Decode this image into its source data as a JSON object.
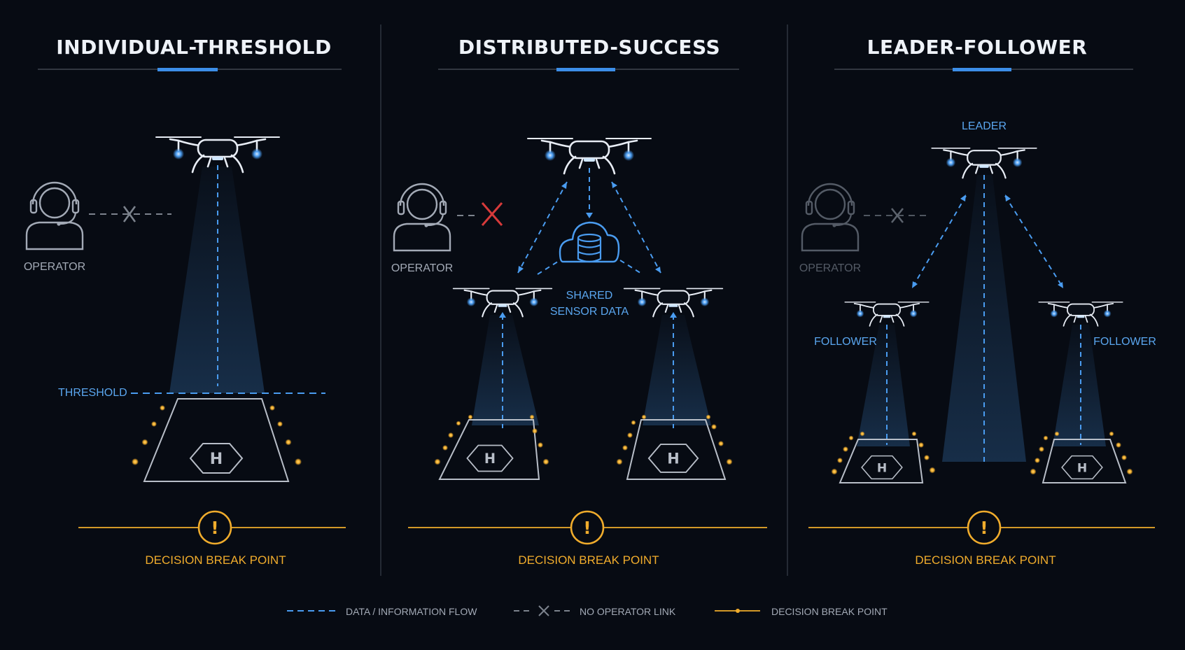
{
  "panels": [
    {
      "title": "INDIVIDUAL-THRESHOLD",
      "operator_label": "OPERATOR",
      "threshold_label": "THRESHOLD",
      "break_label": "DECISION BREAK POINT",
      "break_icon": "!"
    },
    {
      "title": "DISTRIBUTED-SUCCESS",
      "operator_label": "OPERATOR",
      "shared_label_line1": "SHARED",
      "shared_label_line2": "SENSOR DATA",
      "break_label": "DECISION BREAK POINT",
      "break_icon": "!"
    },
    {
      "title": "LEADER-FOLLOWER",
      "operator_label": "OPERATOR",
      "leader_label": "LEADER",
      "follower_left_label": "FOLLOWER",
      "follower_right_label": "FOLLOWER",
      "break_label": "DECISION BREAK POINT",
      "break_icon": "!"
    }
  ],
  "pad_letter": "H",
  "legend": {
    "flow_label": "DATA / INFORMATION FLOW",
    "no_link_label": "NO OPERATOR LINK",
    "break_label": "DECISION BREAK POINT"
  },
  "colors": {
    "background": "#070b13",
    "accent_blue": "#3c8ee8",
    "flow_blue": "#4a9cf0",
    "gold": "#f0ac2c",
    "failure_red": "#d63a3a",
    "neutral_gray": "#7c838d"
  },
  "icons": [
    "drone-icon",
    "operator-headset-icon",
    "cloud-database-icon",
    "helipad-icon",
    "warning-icon",
    "x-mark-icon"
  ]
}
